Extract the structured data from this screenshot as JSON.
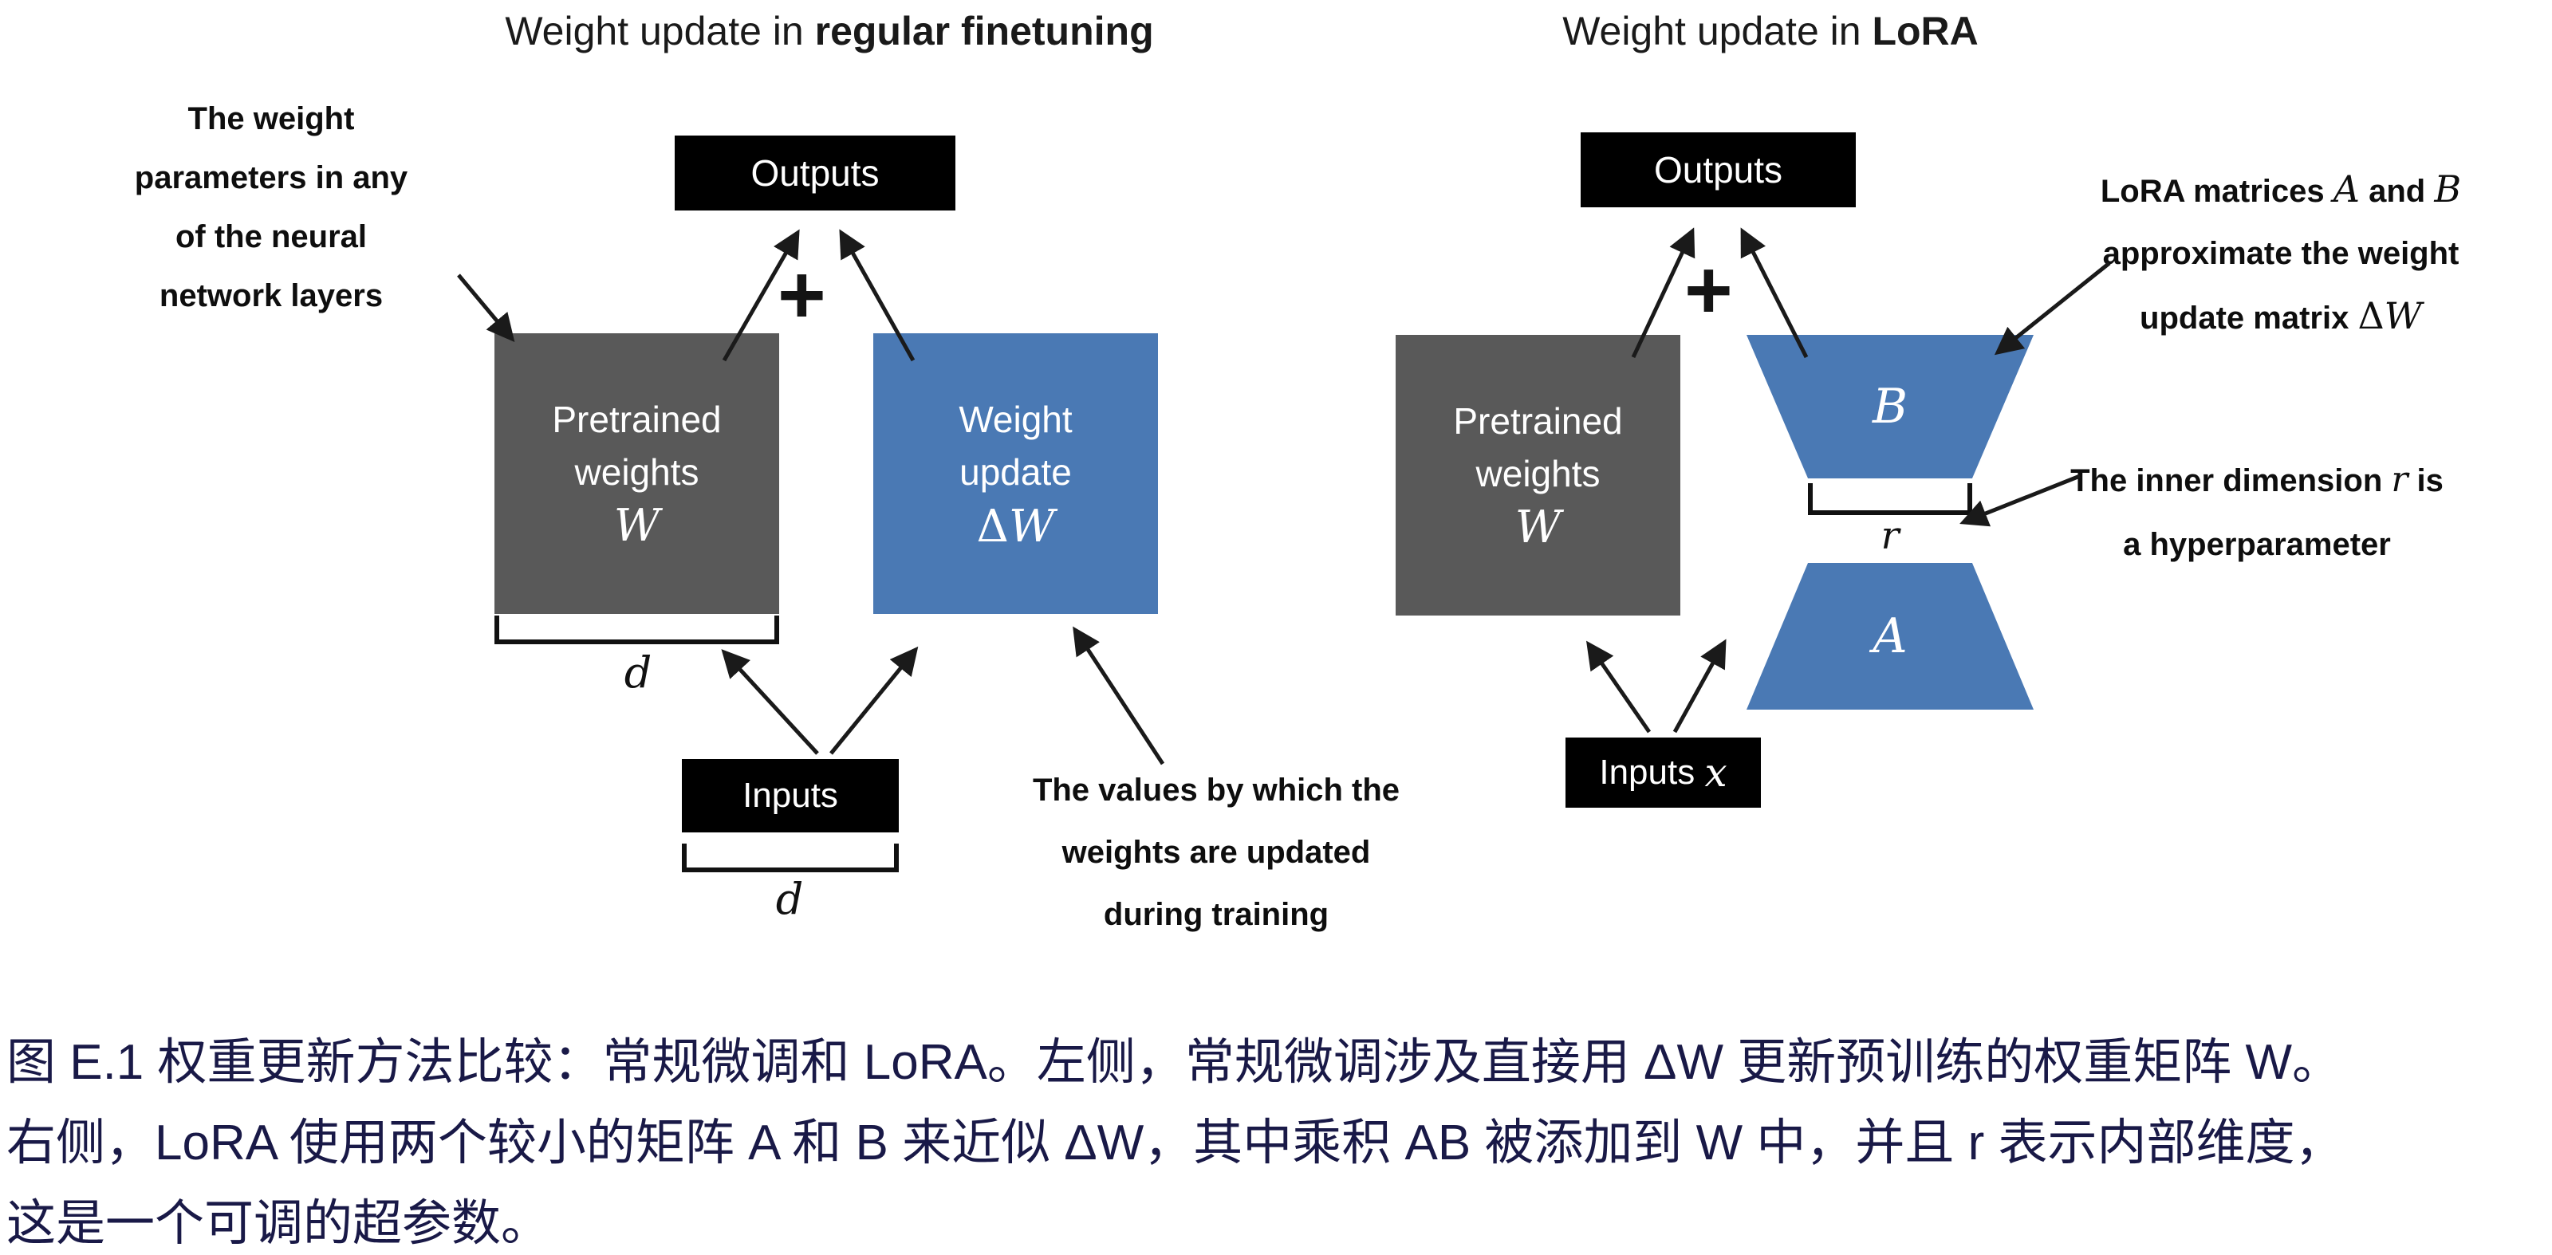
{
  "titles": {
    "left_prefix": "Weight update in ",
    "left_bold": "regular finetuning",
    "right_prefix": "Weight update in ",
    "right_bold": "LoRA"
  },
  "left": {
    "annotation_weight_params": {
      "lines": [
        "The weight",
        "parameters in any",
        "of the neural",
        "network layers"
      ]
    },
    "outputs_label": "Outputs",
    "plus": "+",
    "pretrained_lines": [
      "Pretrained",
      "weights"
    ],
    "pretrained_symbol": "W",
    "weight_update_lines": [
      "Weight",
      "update"
    ],
    "weight_update_delta": "Δ",
    "weight_update_symbol": "W",
    "dim_label_weights": "d",
    "inputs_label": "Inputs",
    "dim_label_inputs": "d",
    "annotation_values": {
      "lines": [
        "The values by which the",
        "weights are updated",
        "during training"
      ]
    }
  },
  "right": {
    "outputs_label": "Outputs",
    "plus": "+",
    "pretrained_lines": [
      "Pretrained",
      "weights"
    ],
    "pretrained_symbol": "W",
    "matrix_b": "B",
    "matrix_a": "A",
    "rank_label": "r",
    "inputs_label": "Inputs ",
    "inputs_symbol": "x",
    "annotation_lora": {
      "l1a": "LoRA matrices ",
      "l1b": "A",
      "l1c": " and ",
      "l1d": "B",
      "l2": "approximate the weight",
      "l3a": "update matrix ",
      "l3b": "Δ",
      "l3c": "W"
    },
    "annotation_rank": {
      "l1a": "The inner dimension ",
      "l1b": "r",
      "l1c": " is",
      "l2": "a hyperparameter"
    }
  },
  "caption": {
    "lines": [
      "图 E.1 权重更新方法比较：常规微调和 LoRA。左侧，常规微调涉及直接用 ΔW 更新预训练的权重矩阵 W。",
      "右侧，LoRA 使用两个较小的矩阵 A 和 B 来近似 ΔW，其中乘积 AB 被添加到 W 中，并且 r 表示内部维度，",
      "这是一个可调的超参数。"
    ]
  },
  "colors": {
    "box_gray": "#595959",
    "box_blue": "#4a79b4",
    "box_black": "#000000",
    "caption_text": "#191947",
    "arrow": "#1a1a1a"
  }
}
